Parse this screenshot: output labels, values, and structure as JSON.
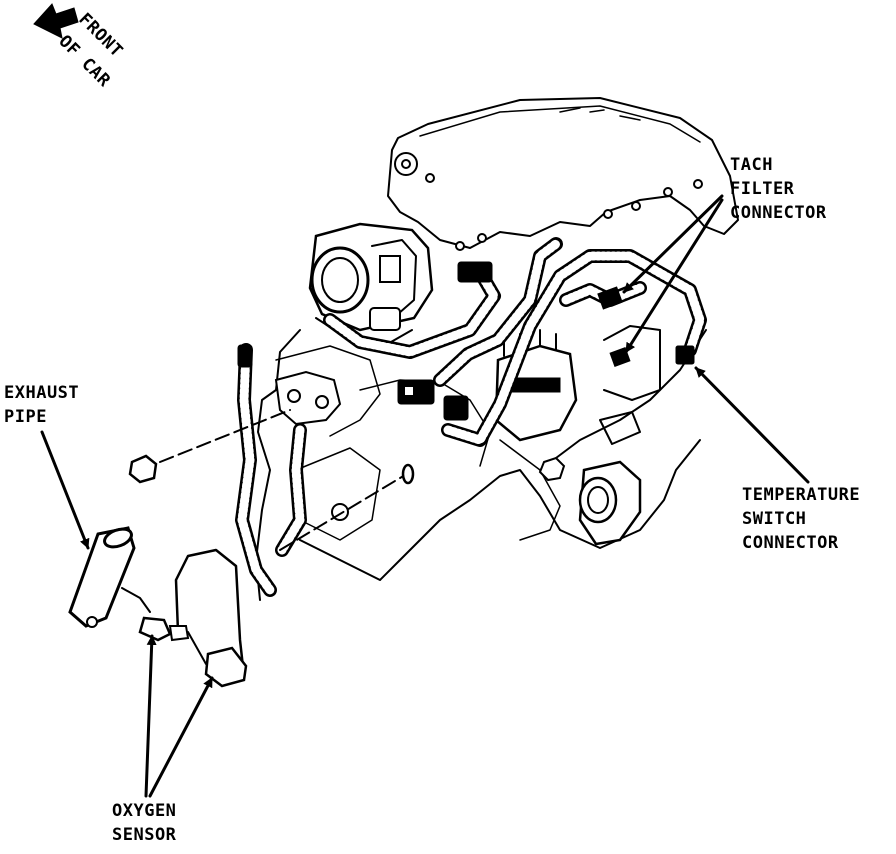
{
  "labels": {
    "front_line1": "FRONT",
    "front_line2": "OF CAR",
    "tach_line1": "TACH",
    "tach_line2": "FILTER",
    "tach_line3": "CONNECTOR",
    "exhaust_line1": "EXHAUST",
    "exhaust_line2": "PIPE",
    "temp_line1": "TEMPERATURE",
    "temp_line2": "SWITCH",
    "temp_line3": "CONNECTOR",
    "oxygen_line1": "OXYGEN",
    "oxygen_line2": "SENSOR"
  }
}
